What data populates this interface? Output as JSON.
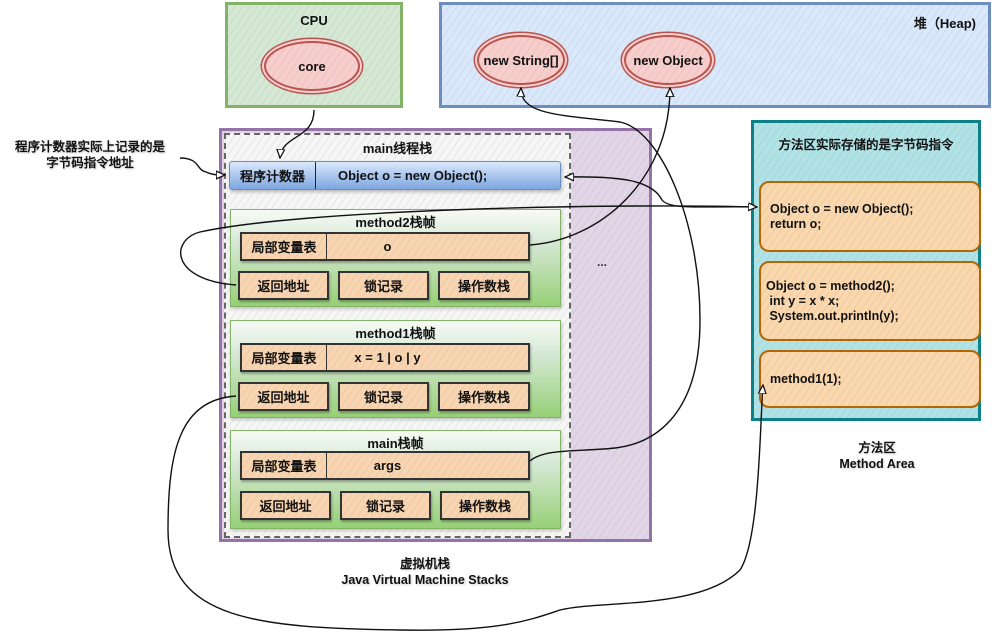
{
  "cpu": {
    "title": "CPU",
    "core": "core"
  },
  "heap": {
    "title": "堆（Heap)",
    "objects": [
      "new String[]",
      "new Object"
    ]
  },
  "pc_note": {
    "line1": "程序计数器实际上记录的是",
    "line2": "字节码指令地址"
  },
  "jvm_stacks": {
    "thread_title": "main线程栈",
    "program_counter": {
      "label": "程序计数器",
      "value": "Object o = new Object();"
    },
    "more": "...",
    "frames": [
      {
        "title": "method2栈帧",
        "local_vars_label": "局部变量表",
        "local_vars_value": "o",
        "return_address": "返回地址",
        "lock_record": "锁记录",
        "operand_stack": "操作数栈"
      },
      {
        "title": "method1栈帧",
        "local_vars_label": "局部变量表",
        "local_vars_value": "x = 1 | o | y",
        "return_address": "返回地址",
        "lock_record": "锁记录",
        "operand_stack": "操作数栈"
      },
      {
        "title": "main栈帧",
        "local_vars_label": "局部变量表",
        "local_vars_value": "args",
        "return_address": "返回地址",
        "lock_record": "锁记录",
        "operand_stack": "操作数栈"
      }
    ],
    "caption_line1": "虚拟机栈",
    "caption_line2": "Java Virtual Machine Stacks"
  },
  "method_area": {
    "title": "方法区实际存储的是字节码指令",
    "code_blocks": [
      {
        "lines": [
          "Object o = new Object();",
          "return o;"
        ]
      },
      {
        "lines": [
          "Object o = method2();",
          " int y = x * x;",
          " System.out.println(y);"
        ]
      },
      {
        "lines": [
          "method1(1);"
        ]
      }
    ],
    "caption_line1": "方法区",
    "caption_line2": "Method Area"
  },
  "colors": {
    "cpu_fill": "#d5e8d4",
    "cpu_border": "#82b366",
    "heap_fill": "#dae8fc",
    "heap_border": "#6c8ebf",
    "object_fill": "#f8cecc",
    "object_border": "#b85450",
    "jvm_fill": "#e1d5e7",
    "jvm_border": "#9673a6",
    "frame_fill": "#97d077",
    "cell_fill": "#f8d5b0",
    "method_area_fill": "#b0e3e6",
    "method_area_border": "#0e8088",
    "code_fill": "#fad7ac",
    "code_border": "#b46504"
  }
}
